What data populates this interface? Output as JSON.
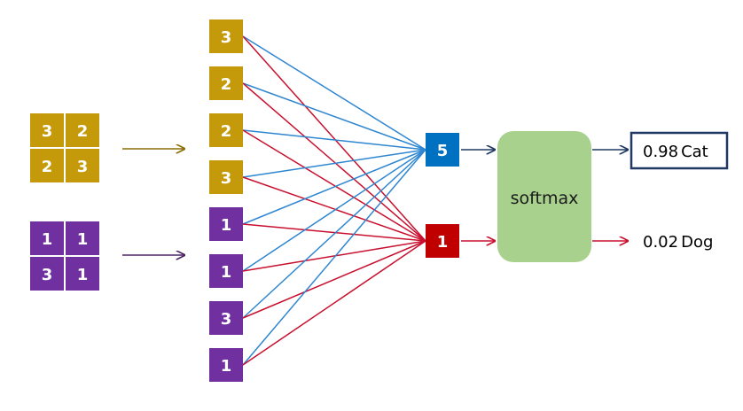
{
  "colors": {
    "gold": "#C59A0A",
    "purple": "#7030A0",
    "blue_node": "#0070C0",
    "red_node": "#C00000",
    "blue_edge": "#2E86D0",
    "red_edge": "#C8102E",
    "softmax_fill": "#A9D18E",
    "output_border": "#1F3864",
    "gold_arrow": "#8C6D00",
    "purple_arrow": "#4B2466",
    "navy_arrow": "#1F3864"
  },
  "inputs": [
    {
      "name": "gold-matrix",
      "color": "gold",
      "cells": [
        "3",
        "2",
        "2",
        "3"
      ]
    },
    {
      "name": "purple-matrix",
      "color": "purple",
      "cells": [
        "1",
        "1",
        "3",
        "1"
      ]
    }
  ],
  "flattened": [
    {
      "value": "3",
      "color": "gold"
    },
    {
      "value": "2",
      "color": "gold"
    },
    {
      "value": "2",
      "color": "gold"
    },
    {
      "value": "3",
      "color": "gold"
    },
    {
      "value": "1",
      "color": "purple"
    },
    {
      "value": "1",
      "color": "purple"
    },
    {
      "value": "3",
      "color": "purple"
    },
    {
      "value": "1",
      "color": "purple"
    }
  ],
  "hidden": [
    {
      "name": "blue",
      "value": "5",
      "color": "blue_node"
    },
    {
      "name": "red",
      "value": "1",
      "color": "red_node"
    }
  ],
  "softmax": {
    "label": "softmax"
  },
  "outputs": [
    {
      "value": "0.98",
      "label": "Cat",
      "highlighted": true
    },
    {
      "value": "0.02",
      "label": "Dog",
      "highlighted": false
    }
  ]
}
